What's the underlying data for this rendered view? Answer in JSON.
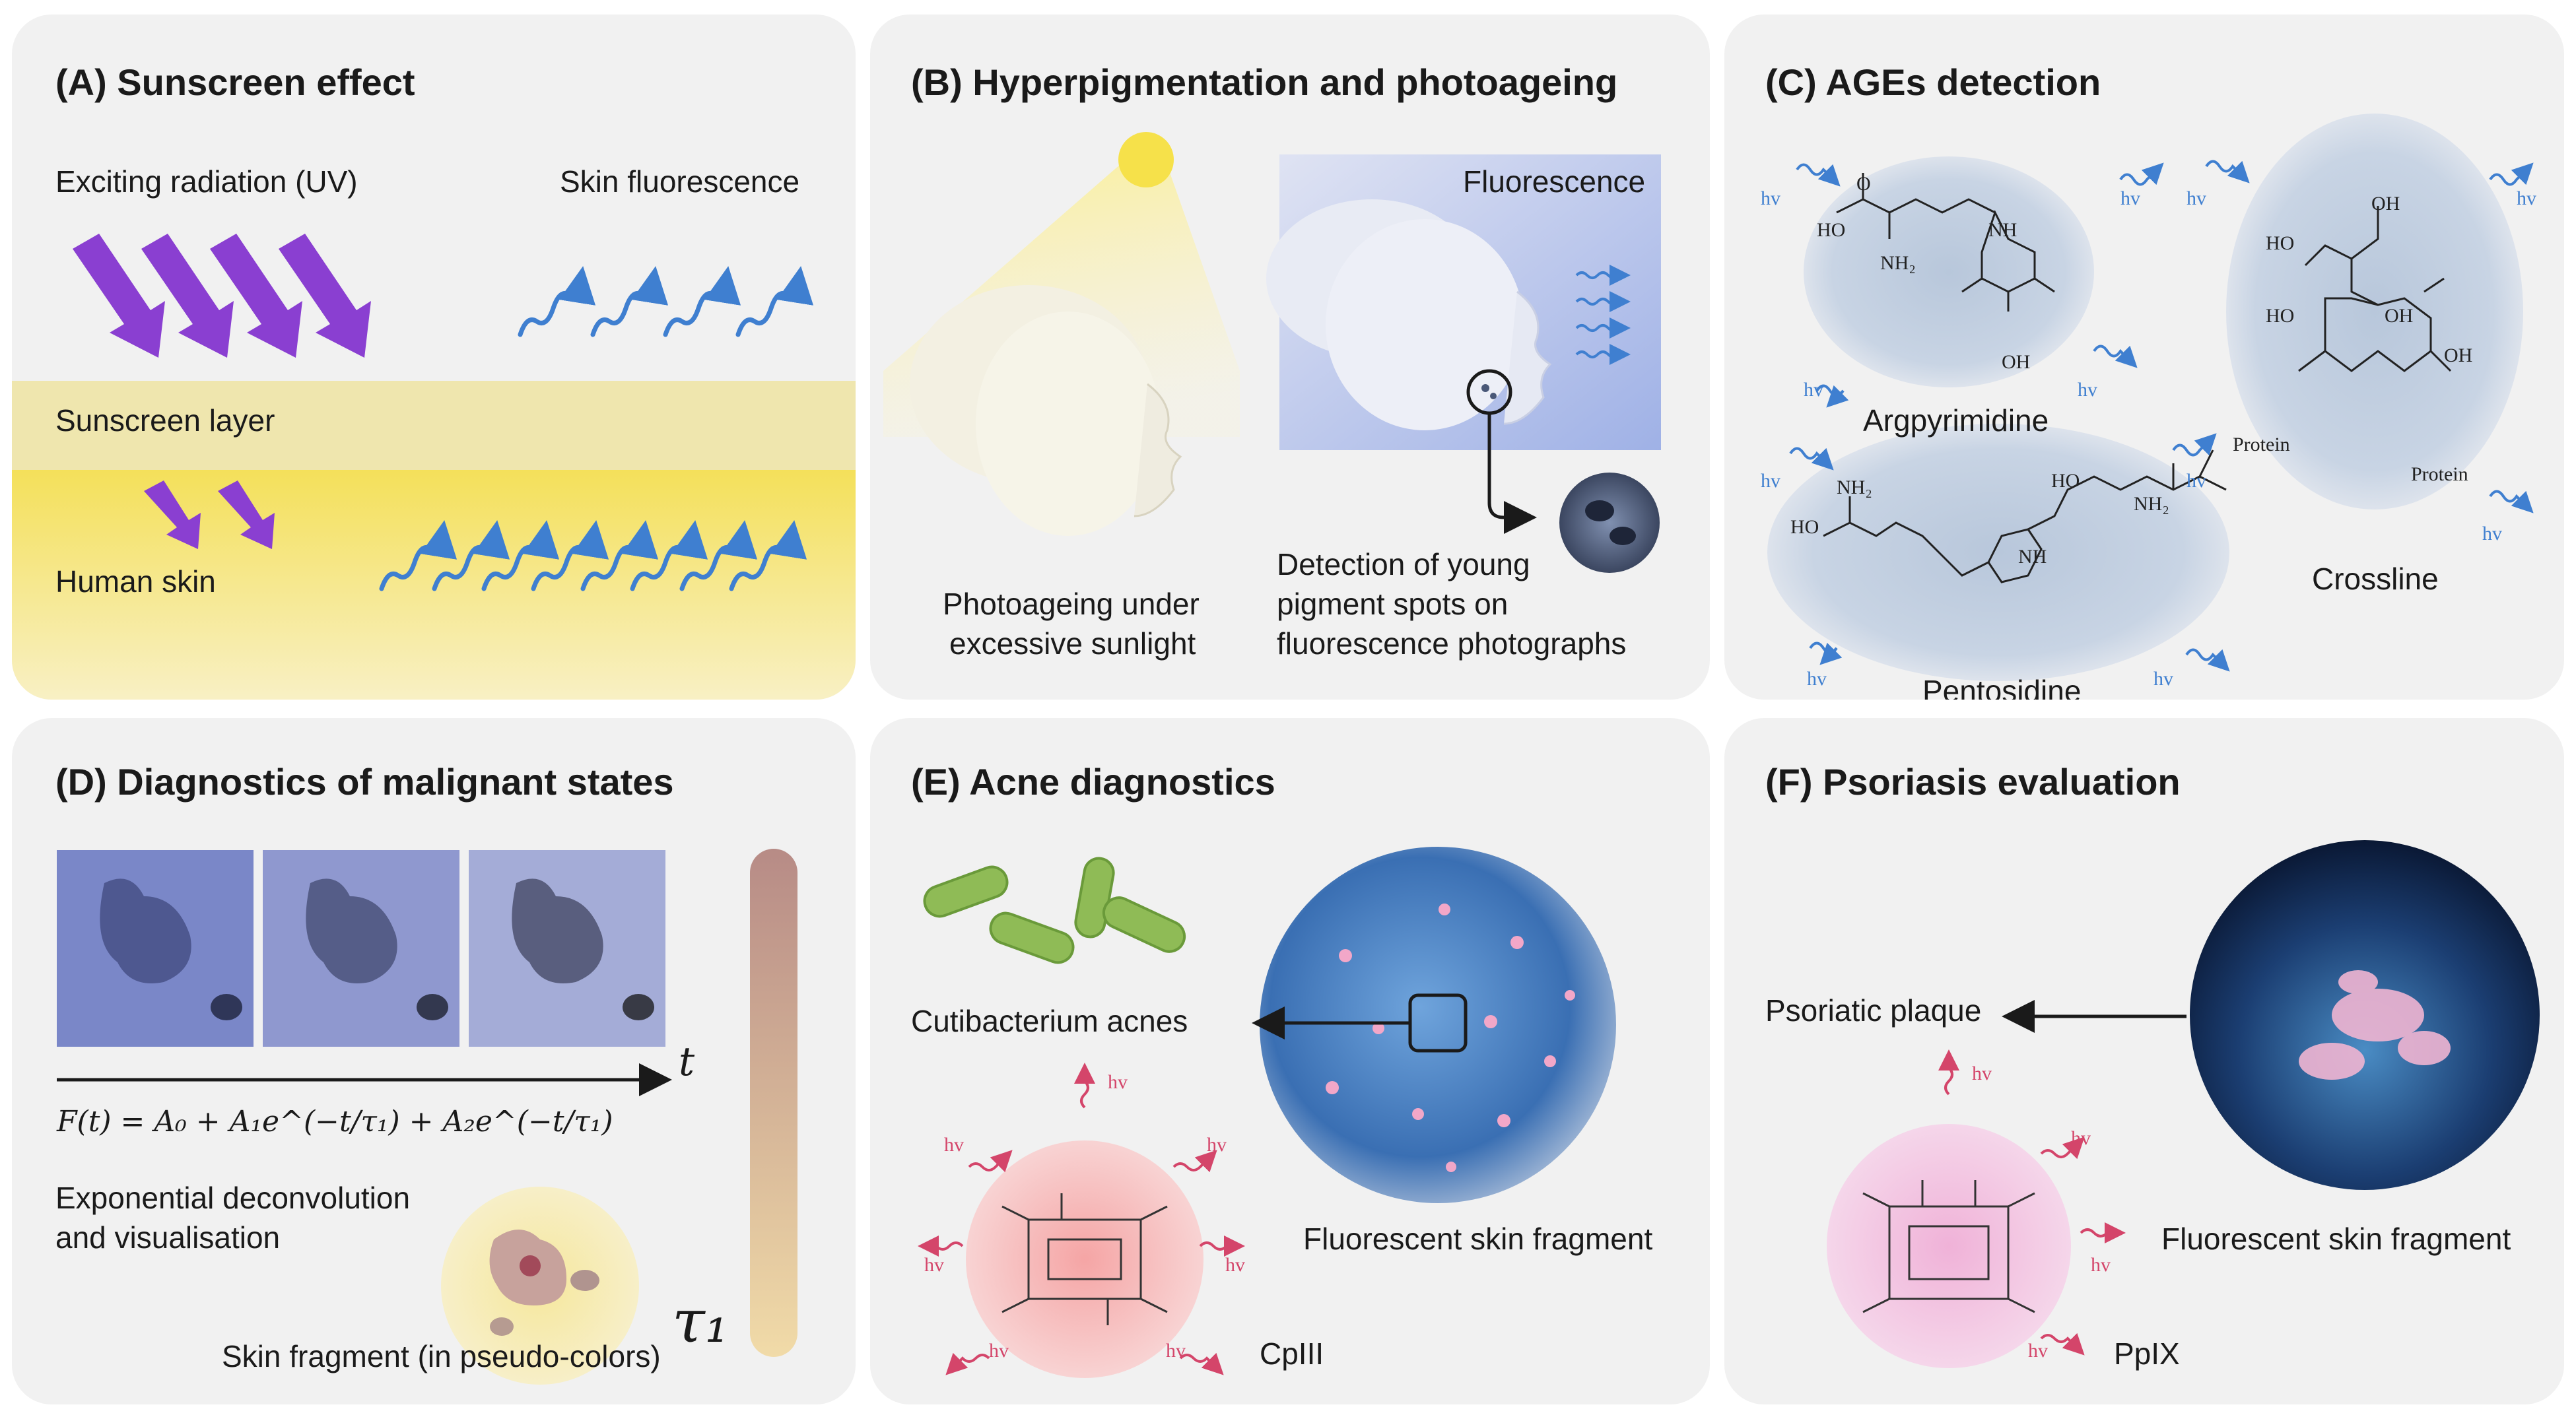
{
  "panels": {
    "a": {
      "title": "(A) Sunscreen effect",
      "exciting_label": "Exciting radiation (UV)",
      "fluorescence_label": "Skin fluorescence",
      "sunscreen_label": "Sunscreen layer",
      "skin_label": "Human skin"
    },
    "b": {
      "title": "(B) Hyperpigmentation and photoageing",
      "fluorescence_label": "Fluorescence",
      "photoageing_line1": "Photoageing under",
      "photoageing_line2": "excessive sunlight",
      "detection_line1": "Detection of young",
      "detection_line2": "pigment spots on",
      "detection_line3": "fluorescence photographs"
    },
    "c": {
      "title": "(C) AGEs detection",
      "argpyrimidine": "Argpyrimidine",
      "crossline": "Crossline",
      "pentosidine": "Pentosidine",
      "hv": "hv",
      "atoms": {
        "ho": "HO",
        "o": "O",
        "nh": "NH",
        "nh2": "NH₂",
        "oh": "OH",
        "n": "N",
        "protein": "Protein"
      }
    },
    "d": {
      "title": "(D) Diagnostics of malignant states",
      "t_label": "t",
      "formula": "F(t) = A₀ + A₁e^(−t/τ₁) + A₂e^(−t/τ₁)",
      "deconv_line1": "Exponential deconvolution",
      "deconv_line2": "and visualisation",
      "fragment_label": "Skin fragment (in pseudo-colors)",
      "tau_label": "τ₁"
    },
    "e": {
      "title": "(E) Acne diagnostics",
      "bacterium_label": "Cutibacterium acnes",
      "fragment_label": "Fluorescent skin fragment",
      "molecule_label": "CpIII",
      "hv": "hv"
    },
    "f": {
      "title": "(F) Psoriasis evaluation",
      "plaque_label": "Psoriatic plaque",
      "fragment_label": "Fluorescent skin fragment",
      "molecule_label": "PpIX",
      "hv": "hv"
    }
  },
  "colors": {
    "panel_bg": "#f1f1f1",
    "uv_arrow": "#8a3fd1",
    "fluorescence_wave": "#3f7fd0",
    "sunscreen_layer": "#efe6ae",
    "skin": "#f6e56a",
    "molecule_blob": "#c4d1e2",
    "cp_blob": "#f3b8b8",
    "pp_blob": "#eebfdc",
    "hv_red": "#d4456a",
    "hv_blue": "#3f7fd0"
  }
}
